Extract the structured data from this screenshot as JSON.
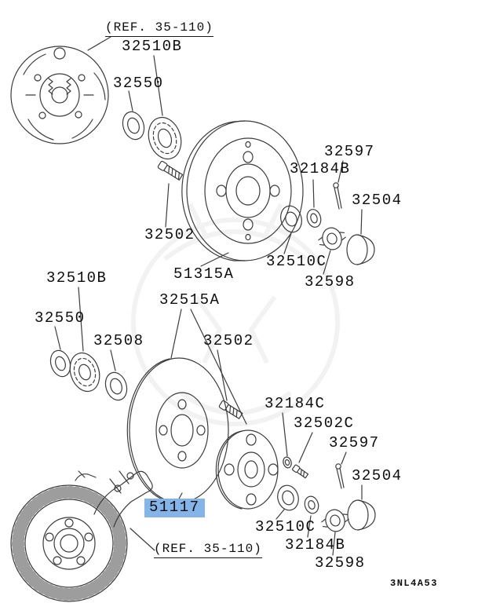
{
  "diagram": {
    "rear": {
      "ref_note": "(REF. 35-110)",
      "p32510b": "32510B",
      "p32550": "32550",
      "p32502": "32502",
      "p51315a": "51315A",
      "p32510c": "32510C",
      "p32598": "32598",
      "p32184b": "32184B",
      "p32597": "32597",
      "p32504": "32504"
    },
    "front": {
      "ref_note": "(REF. 35-110)",
      "p32510b": "32510B",
      "p32550": "32550",
      "p32508": "32508",
      "p32515a": "32515A",
      "p32502": "32502",
      "p32184c": "32184C",
      "p32502c": "32502C",
      "p32597": "32597",
      "p32504": "32504",
      "p51117": "51117",
      "p32510c": "32510C",
      "p32184b": "32184B",
      "p32598": "32598"
    },
    "footer": {
      "diagram_code": "3NL4A53"
    },
    "highlight": {
      "part": "51117",
      "color": "#85b4e8"
    },
    "line_color": "#3c3c3c"
  }
}
